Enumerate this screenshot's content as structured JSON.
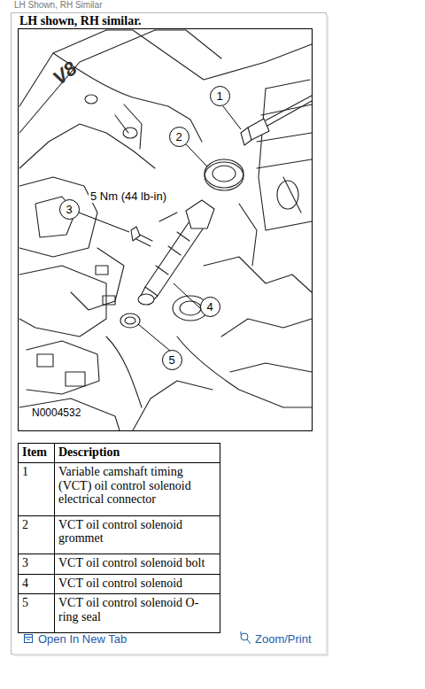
{
  "diagram": {
    "title": "LH shown, RH similar.",
    "nodes": [
      {
        "text": [
          "1"
        ]
      },
      {
        "text": [
          "2"
        ]
      },
      {
        "text": [
          "3"
        ]
      },
      {
        "text": [
          "4"
        ]
      },
      {
        "text": [
          "5"
        ]
      }
    ],
    "labels": [
      "LH Shown, RH Similar",
      "V8",
      "5 Nm (44 lb-in)",
      "N0004532",
      "Item",
      "Description",
      "1",
      "Variable camshaft timing (VCT) oil control solenoid electrical connector",
      "2",
      "VCT oil control solenoid grommet",
      "3",
      "VCT oil control solenoid bolt",
      "4",
      "VCT oil control solenoid",
      "5",
      "VCT oil control solenoid O-ring seal",
      "Open In New Tab",
      "Zoom/Print"
    ]
  }
}
